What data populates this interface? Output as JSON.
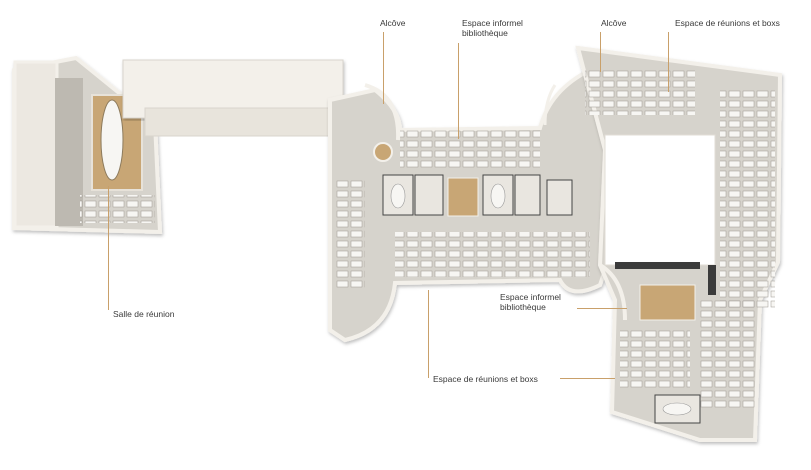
{
  "plan": {
    "labels": {
      "alcove_left": "Alcôve",
      "espace_informel_top_line1": "Espace informel",
      "espace_informel_top_line2": "bibliothèque",
      "alcove_right": "Alcôve",
      "espace_reunions_top": "Espace de réunions et boxs",
      "salle_reunion": "Salle de réunion",
      "espace_informel_mid_line1": "Espace informel",
      "espace_informel_mid_line2": "bibliothèque",
      "espace_reunions_bottom": "Espace de réunions et boxs"
    },
    "colors": {
      "background": "#ffffff",
      "floor": "#d6d3cc",
      "wall": "#f3f0ea",
      "wood": "#c8a675",
      "desk": "#f7f6f3",
      "dark": "#3b3b3b",
      "leader_line": "#c9a06a"
    }
  }
}
